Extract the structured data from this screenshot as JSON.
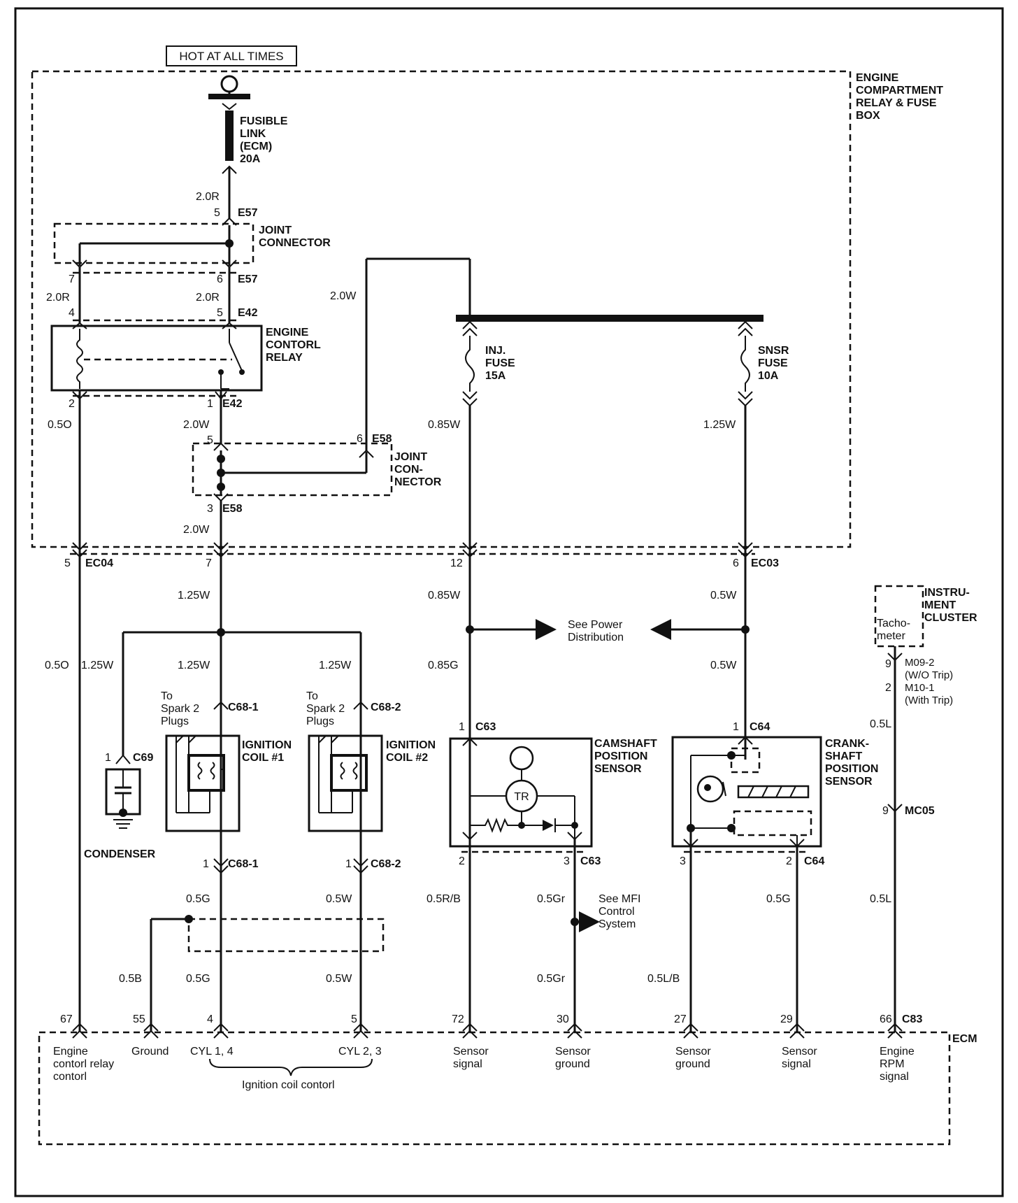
{
  "hot_label": "HOT AT ALL TIMES",
  "boxes": {
    "engine_compartment": [
      "ENGINE",
      "COMPARTMENT",
      "RELAY & FUSE",
      "BOX"
    ],
    "ecm": "ECM",
    "instrument_cluster": [
      "INSTRU-",
      "MENT",
      "CLUSTER"
    ]
  },
  "components": {
    "fusible_link": [
      "FUSIBLE",
      "LINK",
      "(ECM)",
      "20A"
    ],
    "joint_connector_top": [
      "JOINT",
      "CONNECTOR"
    ],
    "joint_connector_mid": [
      "JOINT",
      "CON-",
      "NECTOR"
    ],
    "engine_relay": [
      "ENGINE",
      "CONTORL",
      "RELAY"
    ],
    "inj_fuse": [
      "INJ.",
      "FUSE",
      "15A"
    ],
    "snsr_fuse": [
      "SNSR",
      "FUSE",
      "10A"
    ],
    "see_power": [
      "See Power",
      "Distribution"
    ],
    "tachometer": [
      "Tacho-",
      "meter"
    ],
    "condenser": "CONDENSER",
    "to_spark_plugs": [
      "To",
      "Spark 2",
      "Plugs"
    ],
    "ignition_coil_1": [
      "IGNITION",
      "COIL #1"
    ],
    "ignition_coil_2": [
      "IGNITION",
      "COIL #2"
    ],
    "camshaft": [
      "CAMSHAFT",
      "POSITION",
      "SENSOR"
    ],
    "crankshaft": [
      "CRANK-",
      "SHAFT",
      "POSITION",
      "SENSOR"
    ],
    "tr": "TR",
    "see_mfi": [
      "See MFI",
      "Control",
      "System"
    ],
    "cluster_conn": [
      "M09-2",
      "(W/O Trip)",
      "M10-1",
      "(With Trip)"
    ]
  },
  "connectors": {
    "e57": "E57",
    "e42": "E42",
    "e58": "E58",
    "ec04": "EC04",
    "ec03": "EC03",
    "c68_1": "C68-1",
    "c68_2": "C68-2",
    "c69": "C69",
    "c63": "C63",
    "c64": "C64",
    "mc05": "MC05",
    "c83": "C83"
  },
  "pins": {
    "p5": "5",
    "p6": "6",
    "p7": "7",
    "p4": "4",
    "p2": "2",
    "p1": "1",
    "p3": "3",
    "p12": "12",
    "p9": "9",
    "p67": "67",
    "p55": "55",
    "p72": "72",
    "p30": "30",
    "p27": "27",
    "p29": "29",
    "p66": "66"
  },
  "wires": {
    "w20R": "2.0R",
    "w20W": "2.0W",
    "w05O": "0.5O",
    "w125W": "1.25W",
    "w085W": "0.85W",
    "w05W": "0.5W",
    "w085G": "0.85G",
    "w05G": "0.5G",
    "w05B": "0.5B",
    "w05RB": "0.5R/B",
    "w05Gr": "0.5Gr",
    "w05LB": "0.5L/B",
    "w05L": "0.5L"
  },
  "ecm_terminals": {
    "t67": [
      "Engine",
      "contorl relay",
      "contorl"
    ],
    "t55": "Ground",
    "t4": "CYL 1, 4",
    "t5": "CYL 2, 3",
    "ignition_group": "Ignition coil contorl",
    "t72": [
      "Sensor",
      "signal"
    ],
    "t30": [
      "Sensor",
      "ground"
    ],
    "t27": [
      "Sensor",
      "ground"
    ],
    "t29": [
      "Sensor",
      "signal"
    ],
    "t66": [
      "Engine",
      "RPM",
      "signal"
    ]
  }
}
